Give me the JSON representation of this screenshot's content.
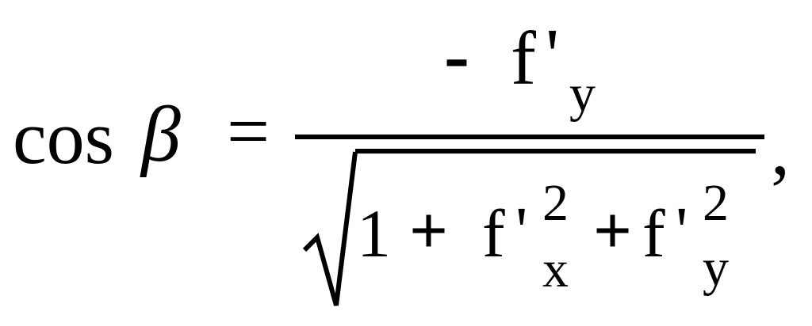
{
  "formula": {
    "lhs_function": "cos",
    "lhs_variable": "β",
    "equals": "=",
    "numerator": {
      "sign": "-",
      "function": "f",
      "prime": "'",
      "subscript": "y"
    },
    "denominator": {
      "one": "1",
      "plus1": "+",
      "term1": {
        "function": "f",
        "prime": "'",
        "superscript": "2",
        "subscript": "x"
      },
      "plus2": "+",
      "term2": {
        "function": "f",
        "prime": "'",
        "superscript": "2",
        "subscript": "y"
      }
    },
    "trailing_punct": ","
  }
}
